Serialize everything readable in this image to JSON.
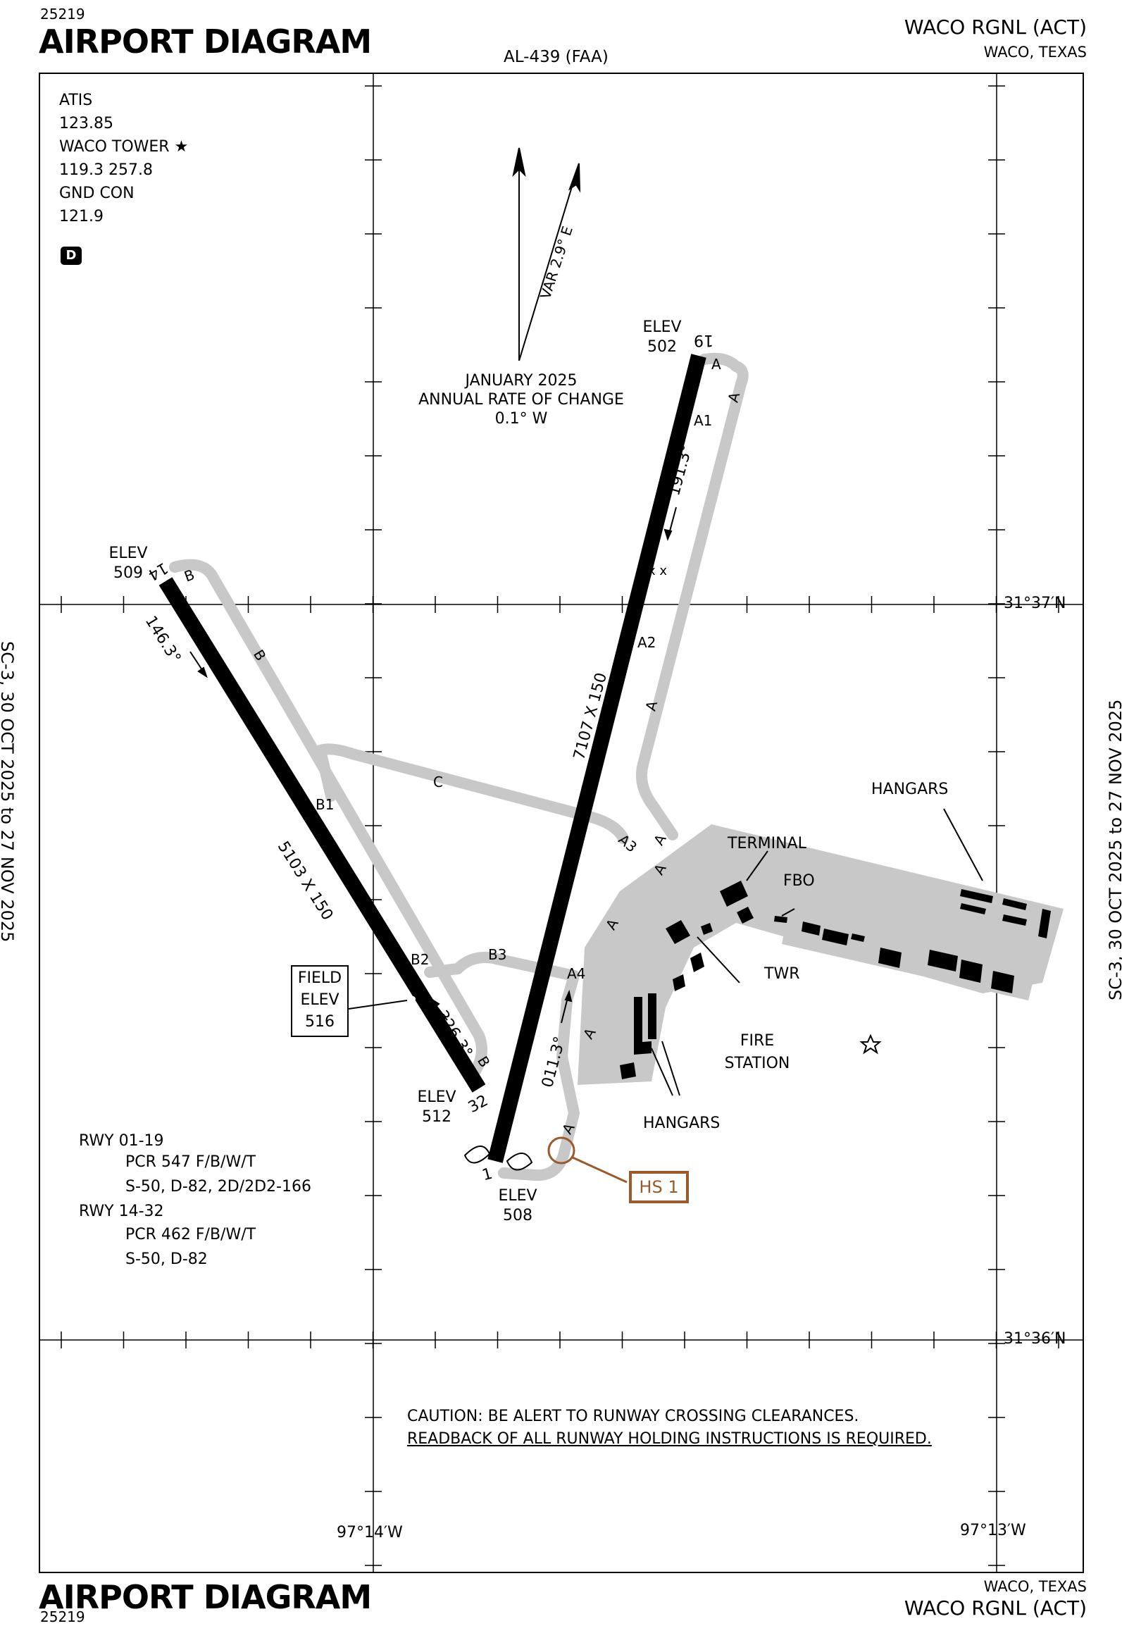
{
  "header": {
    "chart_id": "25219",
    "title": "AIRPORT DIAGRAM",
    "airport": "WACO RGNL (ACT)",
    "city_state": "WACO, TEXAS",
    "procedure_id": "AL-439 (FAA)"
  },
  "footer": {
    "chart_id": "25219",
    "title": "AIRPORT DIAGRAM",
    "airport": "WACO RGNL (ACT)",
    "city_state": "WACO, TEXAS"
  },
  "side_labels": {
    "left": "SC-3,  30 OCT 2025  to  27 NOV 2025",
    "right": "SC-3,  30 OCT 2025  to  27 NOV 2025"
  },
  "frequencies": {
    "atis_label": "ATIS",
    "atis_freq": "123.85",
    "tower_label": "WACO TOWER ★",
    "tower_freq": "119.3 257.8",
    "gnd_label": "GND CON",
    "gnd_freq": "121.9",
    "airspace_badge": "D"
  },
  "magnetic": {
    "variation": "VAR 2.9° E",
    "date": "JANUARY 2025",
    "rate_label": "ANNUAL RATE OF CHANGE",
    "rate_value": "0.1° W"
  },
  "coordinates": {
    "lat_north": "31°37′N",
    "lat_south": "31°36′N",
    "lon_west": "97°14′W",
    "lon_east": "97°13′W"
  },
  "runways": {
    "rwy_01_19": {
      "dimensions": "7107 X 150",
      "end_1": "1",
      "end_19": "19",
      "heading_1": "011.3°",
      "heading_19": "191.3°",
      "elev_1_label": "ELEV",
      "elev_1": "508",
      "elev_19_label": "ELEV",
      "elev_19": "502"
    },
    "rwy_14_32": {
      "dimensions": "5103 X 150",
      "end_14": "14",
      "end_32": "32",
      "heading_14": "146.3°",
      "heading_32": "326.3°",
      "elev_14_label": "ELEV",
      "elev_14": "509",
      "elev_32_label": "ELEV",
      "elev_32": "512"
    }
  },
  "field_elevation": {
    "line1": "FIELD",
    "line2": "ELEV",
    "value": "516"
  },
  "taxiways": {
    "a": "A",
    "a1": "A1",
    "a2": "A2",
    "a3": "A3",
    "a4": "A4",
    "b": "B",
    "b1": "B1",
    "b2": "B2",
    "b3": "B3",
    "c": "C"
  },
  "facilities": {
    "terminal": "TERMINAL",
    "fbo": "FBO",
    "twr": "TWR",
    "fire_station_line1": "FIRE",
    "fire_station_line2": "STATION",
    "hangars_ne": "HANGARS",
    "hangars_s": "HANGARS",
    "hotspot": "HS 1",
    "crossing_marks": "x  x"
  },
  "pcr": {
    "rwy1_label": "RWY 01-19",
    "rwy1_pcr": "PCR 547 F/B/W/T",
    "rwy1_gear": "S-50, D-82, 2D/2D2-166",
    "rwy2_label": "RWY 14-32",
    "rwy2_pcr": "PCR 462 F/B/W/T",
    "rwy2_gear": "S-50, D-82"
  },
  "caution": {
    "line1": "CAUTION:  BE ALERT TO RUNWAY CROSSING CLEARANCES.",
    "line2": "READBACK OF ALL RUNWAY HOLDING INSTRUCTIONS IS REQUIRED."
  },
  "colors": {
    "taxiway": "#c8c8c8",
    "runway": "#000000",
    "hotspot": "#9b5a2c"
  }
}
